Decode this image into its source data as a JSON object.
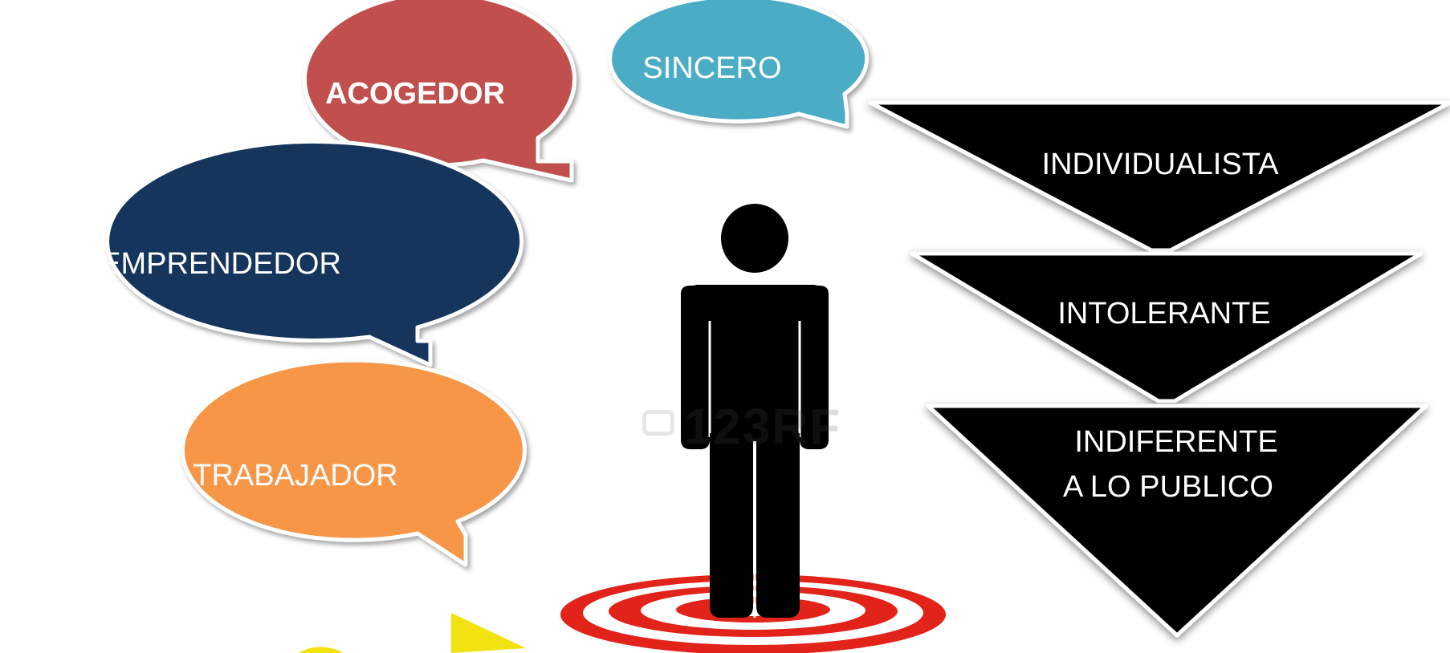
{
  "positive_traits": {
    "acogedor": "ACOGEDOR",
    "sincero": "SINCERO",
    "emprendedor": "EMPRENDEDOR",
    "trabajador": "TRABAJADOR"
  },
  "negative_traits": {
    "individualista": "INDIVIDUALISTA",
    "intolerante": "INTOLERANTE",
    "indiferente_line1": "INDIFERENTE",
    "indiferente_line2": "A LO PUBLICO"
  },
  "watermark": "123RF",
  "colors": {
    "acogedor": "#c0504d",
    "sincero": "#4bacc6",
    "emprendedor": "#17365d",
    "trabajador": "#f79646",
    "triangles": "#000000",
    "target_red": "#e2231a",
    "yellow": "#f2e20f"
  },
  "icons": [
    "person-silhouette-icon",
    "target-icon"
  ]
}
